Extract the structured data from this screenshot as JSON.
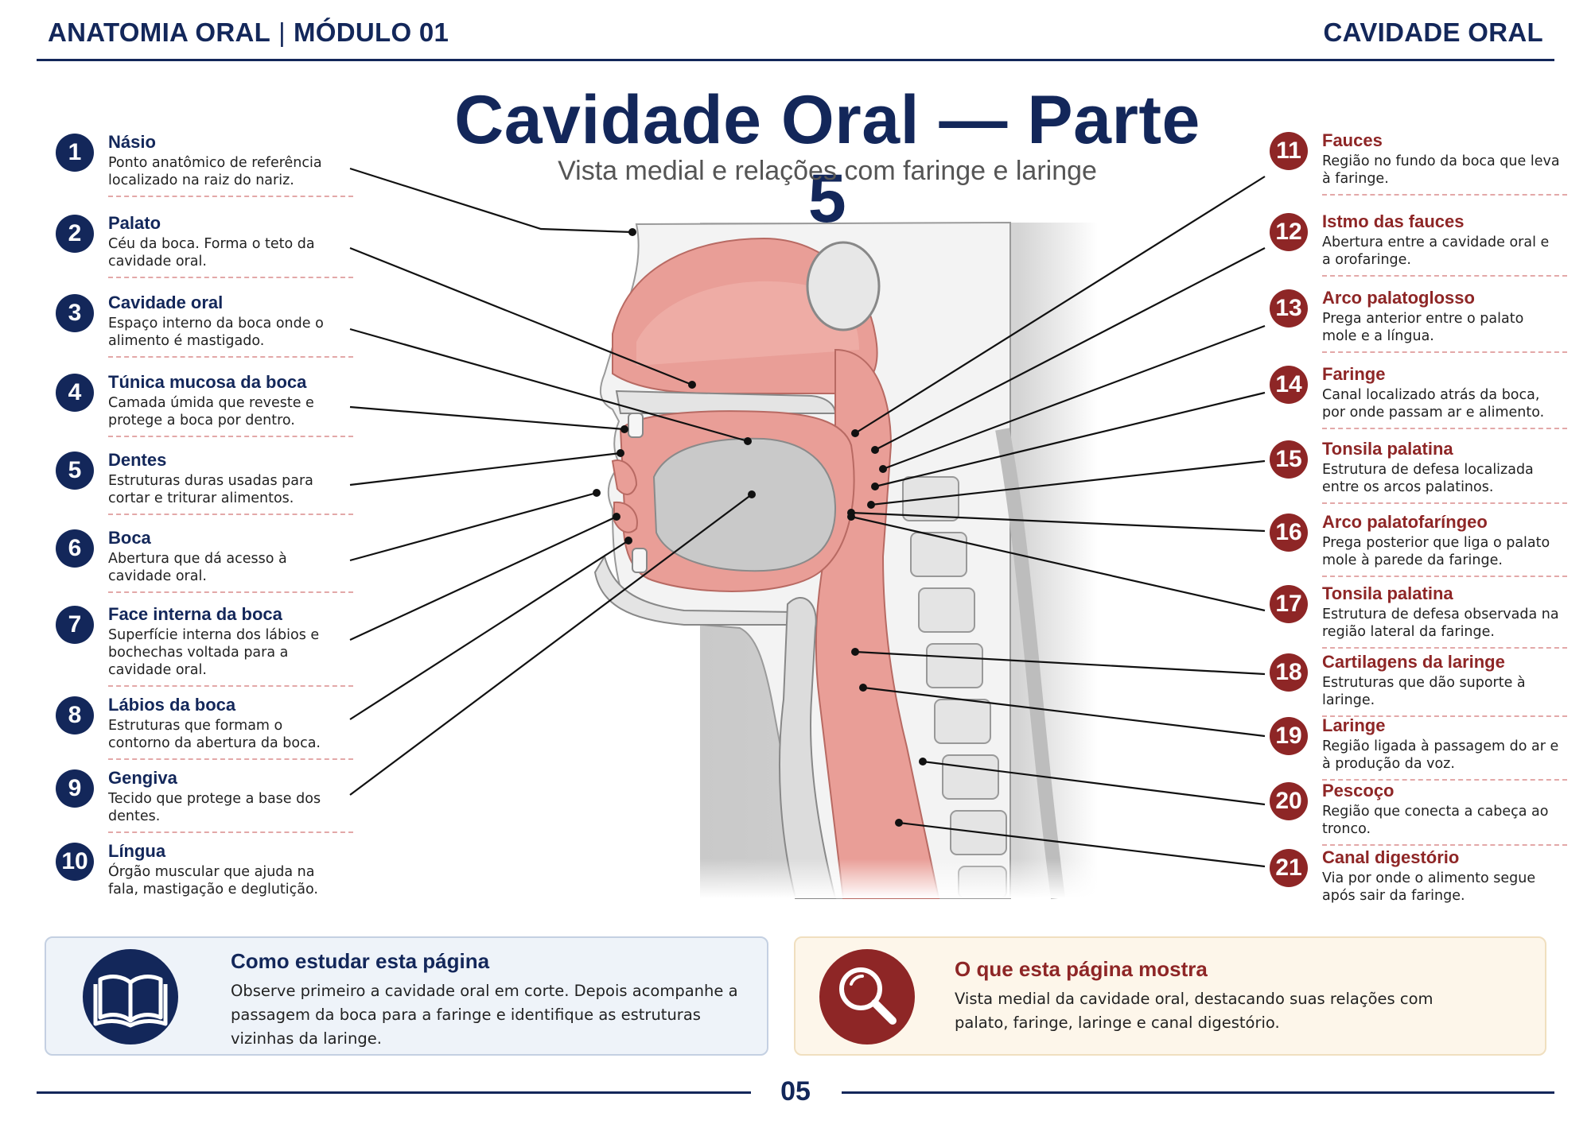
{
  "header": {
    "module_left": "ANATOMIA ORAL",
    "module_right": "MÓDULO 01",
    "section": "CAVIDADE ORAL"
  },
  "title": "Cavidade Oral — Parte 5",
  "subtitle": "Vista medial e relações com faringe e laringe",
  "left_labels": [
    {
      "num": "1",
      "name": "Násio",
      "desc": "Ponto anatômico de referência localizado na raiz do nariz."
    },
    {
      "num": "2",
      "name": "Palato",
      "desc": "Céu da boca. Forma o teto da cavidade oral."
    },
    {
      "num": "3",
      "name": "Cavidade oral",
      "desc": "Espaço interno da boca onde o alimento é mastigado."
    },
    {
      "num": "4",
      "name": "Túnica mucosa da boca",
      "desc": "Camada úmida que reveste e protege a boca por dentro."
    },
    {
      "num": "5",
      "name": "Dentes",
      "desc": "Estruturas duras usadas para cortar e triturar alimentos."
    },
    {
      "num": "6",
      "name": "Boca",
      "desc": "Abertura que dá acesso à cavidade oral."
    },
    {
      "num": "7",
      "name": "Face interna da boca",
      "desc": "Superfície interna dos lábios e bochechas voltada para a cavidade oral."
    },
    {
      "num": "8",
      "name": "Lábios da boca",
      "desc": "Estruturas que formam o contorno da abertura da boca."
    },
    {
      "num": "9",
      "name": "Gengiva",
      "desc": "Tecido que protege a base dos dentes."
    },
    {
      "num": "10",
      "name": "Língua",
      "desc": "Órgão muscular que ajuda na fala, mastigação e deglutição."
    }
  ],
  "right_labels": [
    {
      "num": "11",
      "name": "Fauces",
      "desc": "Região no fundo da boca que leva à faringe."
    },
    {
      "num": "12",
      "name": "Istmo das fauces",
      "desc": "Abertura entre a cavidade oral e a orofaringe."
    },
    {
      "num": "13",
      "name": "Arco palatoglosso",
      "desc": "Prega anterior entre o palato mole e a língua."
    },
    {
      "num": "14",
      "name": "Faringe",
      "desc": "Canal localizado atrás da boca, por onde passam ar e alimento."
    },
    {
      "num": "15",
      "name": "Tonsila palatina",
      "desc": "Estrutura de defesa localizada entre os arcos palatinos."
    },
    {
      "num": "16",
      "name": "Arco palatofaríngeo",
      "desc": "Prega posterior que liga o palato mole à parede da faringe."
    },
    {
      "num": "17",
      "name": "Tonsila palatina",
      "desc": "Estrutura de defesa observada na região lateral da faringe."
    },
    {
      "num": "18",
      "name": "Cartilagens da laringe",
      "desc": "Estruturas que dão suporte à laringe."
    },
    {
      "num": "19",
      "name": "Laringe",
      "desc": "Região ligada à passagem do ar e à produção da voz."
    },
    {
      "num": "20",
      "name": "Pescoço",
      "desc": "Região que conecta a cabeça ao tronco."
    },
    {
      "num": "21",
      "name": "Canal digestório",
      "desc": "Via por onde o alimento segue após sair da faringe."
    }
  ],
  "study_box": {
    "title": "Como estudar esta página",
    "text": "Observe primeiro a cavidade oral em corte. Depois acompanhe a passagem da boca para a faringe e identifique as estruturas vizinhas da laringe.",
    "icon": "open-book-icon"
  },
  "shows_box": {
    "title": "O que esta página mostra",
    "text": "Vista medial da cavidade oral, destacando suas relações com palato, faringe, laringe e canal digestório.",
    "icon": "magnifier-icon"
  },
  "page_number": "05",
  "colors": {
    "navy": "#13275a",
    "maroon": "#8e2626",
    "tissue": "#e99e97",
    "bone": "#ececec"
  }
}
